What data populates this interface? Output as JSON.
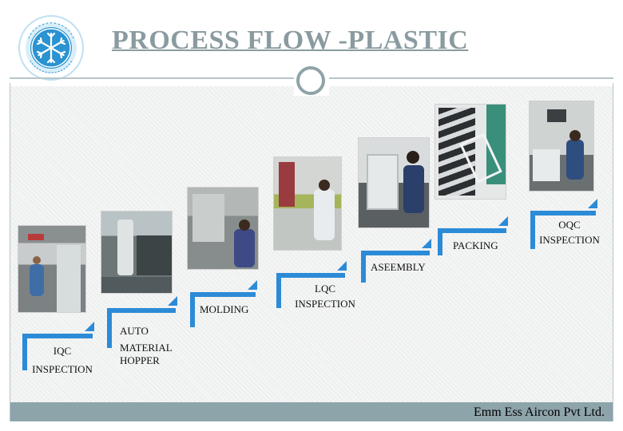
{
  "title": "PROCESS FLOW -PLASTIC",
  "footer": "Emm Ess Aircon Pvt Ltd.",
  "logo": {
    "icon": "snowflake-icon",
    "accent": "#1a7fc1"
  },
  "steps": [
    {
      "label_line1": "IQC",
      "label_line2": "INSPECTION"
    },
    {
      "label_line1": "AUTO",
      "label_line2": "MATERIAL",
      "label_line3": "HOPPER"
    },
    {
      "label_line1": "MOLDING"
    },
    {
      "label_line1": "LQC",
      "label_line2": "INSPECTION"
    },
    {
      "label_line1": "ASEEMBLY"
    },
    {
      "label_line1": "PACKING"
    },
    {
      "label_line1": "OQC",
      "label_line2": "INSPECTION"
    }
  ],
  "colors": {
    "step_blue": "#2c8bd6",
    "footer_bar": "#8ea4ab",
    "title_gray": "#8a9ba0"
  }
}
